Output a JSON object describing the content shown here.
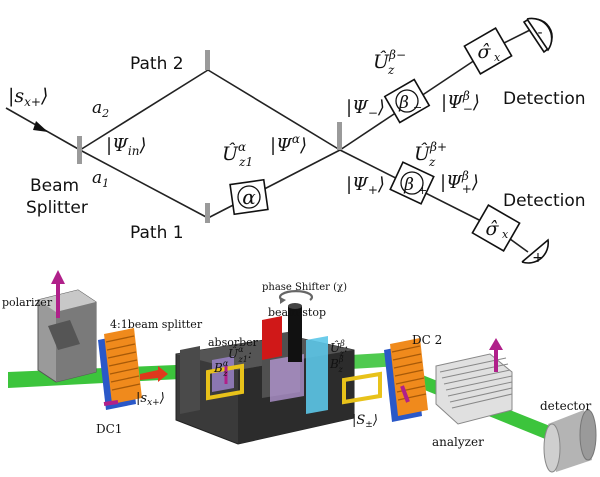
{
  "schematic": {
    "input_state": "|s",
    "input_state_sub": "x+",
    "input_state_close": "⟩",
    "a2": "a",
    "a2_sub": "2",
    "a1": "a",
    "a1_sub": "1",
    "psi_in": "|Ψ",
    "psi_in_sub": "in",
    "psi_in_close": "⟩",
    "beam_splitter_line1": "Beam",
    "beam_splitter_line2": "Splitter",
    "path2": "Path 2",
    "path1": "Path 1",
    "u_alpha": "Û",
    "u_alpha_sup": "α",
    "u_alpha_sub": "z1",
    "alpha_box": "α",
    "psi_alpha": "|Ψ",
    "psi_alpha_sup": "α",
    "psi_alpha_close": "⟩",
    "psi_minus": "|Ψ",
    "psi_minus_sub": "−",
    "psi_minus_close": "⟩",
    "psi_plus": "|Ψ",
    "psi_plus_sub": "+",
    "psi_plus_close": "⟩",
    "u_beta_minus": "Û",
    "u_beta_minus_sup": "β−",
    "u_beta_minus_sub": "z",
    "u_beta_plus": "Û",
    "u_beta_plus_sup": "β+",
    "u_beta_plus_sub": "z",
    "beta_minus_box": "β",
    "beta_minus_box_sub": "−",
    "beta_plus_box": "β",
    "beta_plus_box_sub": "+",
    "psi_beta_minus": "|Ψ",
    "psi_beta_minus_sup": "β",
    "psi_beta_minus_sub": "−",
    "psi_beta_minus_close": "⟩",
    "psi_beta_plus": "|Ψ",
    "psi_beta_plus_sup": "β",
    "psi_beta_plus_sub": "+",
    "psi_beta_plus_close": "⟩",
    "sigma_top": "σ̂",
    "sigma_top_sub": "x",
    "sigma_bottom": "σ̂",
    "sigma_bottom_sub": "x",
    "detection_top": "Detection",
    "detection_bottom": "Detection",
    "detector_minus": "-",
    "detector_plus": "+"
  },
  "apparatus": {
    "polarizer": "polarizer",
    "beam_splitter": "4:1beam splitter",
    "absorber": "absorber",
    "u_alpha": "Û",
    "u_alpha_sup": "α",
    "u_alpha_sub": "z1",
    "u_alpha_colon": ":",
    "b_alpha": "B",
    "b_alpha_sup": "α",
    "b_alpha_sub": "z",
    "beam_stop": "beam-stop",
    "phase_shifter": "phase Shifter (χ)",
    "u_beta": "Û",
    "u_beta_sup": "β",
    "u_beta_sub": "z",
    "u_beta_colon": ":",
    "b_beta": "B",
    "b_beta_sup": "β",
    "b_beta_sub": "z",
    "dc2": "DC 2",
    "dc1": "DC1",
    "s_x_plus": "|s",
    "s_x_plus_sub": "x+",
    "s_x_plus_close": "⟩",
    "s_pm": "|S",
    "s_pm_sub": "±",
    "s_pm_close": "⟩",
    "analyzer": "analyzer",
    "detector": "detector"
  },
  "colors": {
    "beam": "#3cc43c",
    "beam_dark": "#1e8f1e",
    "arrow_magenta": "#b0208a",
    "coil_orange": "#f08a1c",
    "coil_blue": "#2a58c8",
    "gray_plate": "#b4b4b4",
    "box_dark": "#3a3a3a",
    "red_block": "#d01818",
    "cyan_plate": "#5cc7e8",
    "yellow_frame": "#e8c21a"
  }
}
